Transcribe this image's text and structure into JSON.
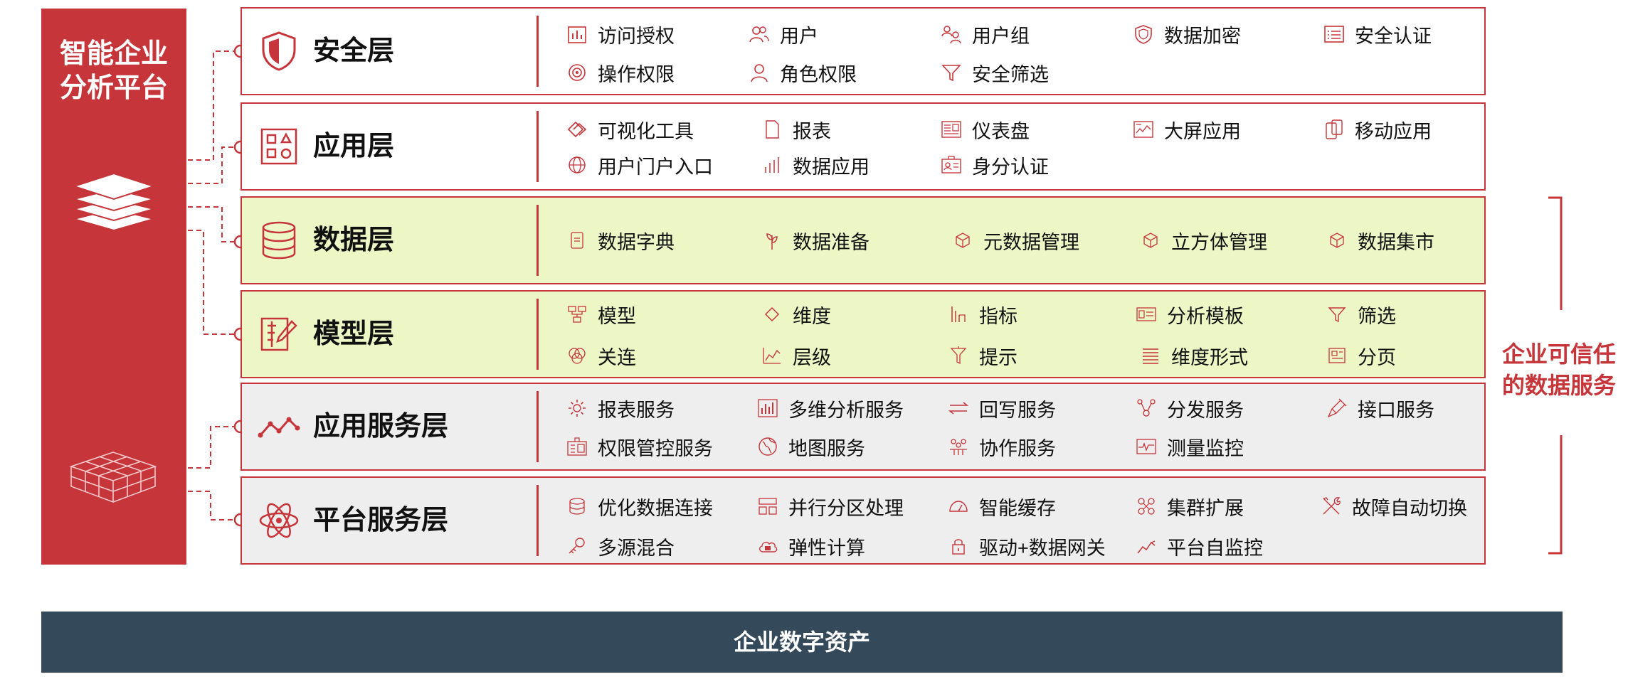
{
  "sidebar": {
    "title_line1": "智能企业",
    "title_line2": "分析平台"
  },
  "layers": {
    "security": {
      "name": "安全层",
      "items": [
        "访问授权",
        "用户",
        "用户组",
        "数据加密",
        "安全认证",
        "操作权限",
        "角色权限",
        "安全筛选"
      ]
    },
    "application": {
      "name": "应用层",
      "items": [
        "可视化工具",
        "报表",
        "仪表盘",
        "大屏应用",
        "移动应用",
        "用户门户入口",
        "数据应用",
        "身分认证"
      ]
    },
    "data": {
      "name": "数据层",
      "items": [
        "数据字典",
        "数据准备",
        "元数据管理",
        "立方体管理",
        "数据集市"
      ]
    },
    "model": {
      "name": "模型层",
      "items": [
        "模型",
        "维度",
        "指标",
        "分析模板",
        "筛选",
        "关连",
        "层级",
        "提示",
        "维度形式",
        "分页"
      ]
    },
    "app_service": {
      "name": "应用服务层",
      "items": [
        "报表服务",
        "多维分析服务",
        "回写服务",
        "分发服务",
        "接口服务",
        "权限管控服务",
        "地图服务",
        "协作服务",
        "测量监控"
      ]
    },
    "platform_service": {
      "name": "平台服务层",
      "items": [
        "优化数据连接",
        "并行分区处理",
        "智能缓存",
        "集群扩展",
        "故障自动切换",
        "多源混合",
        "弹性计算",
        "驱动+数据网关",
        "平台自监控"
      ]
    }
  },
  "trust_label": {
    "line1": "企业可信任",
    "line2": "的数据服务"
  },
  "footer": {
    "label": "企业数字资产"
  },
  "colors": {
    "accent": "#c6353a",
    "green_band": "#ecf7c5",
    "gray_band": "#eeeeee",
    "footer_bg": "#34495a"
  }
}
